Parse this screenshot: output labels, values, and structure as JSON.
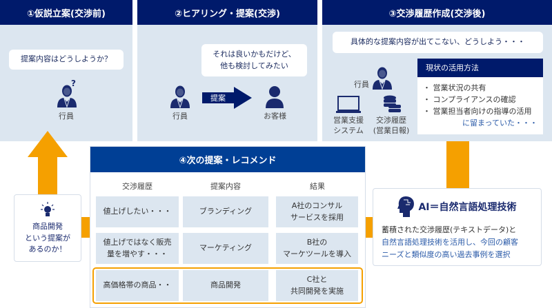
{
  "panel1": {
    "title": "①仮説立案(交渉前)",
    "bubble": "提案内容はどうしようか？",
    "person": "行員"
  },
  "panel2": {
    "title": "②ヒアリング・提案(交渉)",
    "bubble_line1": "それは良いかもだけど、",
    "bubble_line2": "他も検討してみたい",
    "person_left": "行員",
    "arrow": "提案",
    "person_right": "お客様"
  },
  "panel3": {
    "title": "③交渉履歴作成(交渉後)",
    "bubble": "具体的な提案内容が出てこない、どうしよう・・・",
    "person": "行員",
    "sys1_line1": "営業支援",
    "sys1_line2": "システム",
    "sys2_line1": "交渉履歴",
    "sys2_line2": "(営業日報)",
    "box_title": "現状の活用方法",
    "items": [
      "営業状況の共有",
      "コンプライアンスの確認",
      "営業担当者向けの指導の活用"
    ],
    "note": "に留まっていた・・・"
  },
  "panel4": {
    "title": "④次の提案・レコメンド",
    "headers": [
      "交渉履歴",
      "提案内容",
      "結果"
    ],
    "rows": [
      [
        "値上げしたい・・・",
        "ブランディング",
        "A社のコンサル\nサービスを採用"
      ],
      [
        "値上げではなく販売\n量を増やす・・・",
        "マーケティング",
        "B社の\nマーケツールを導入"
      ],
      [
        "高価格帯の商品・・",
        "商品開発",
        "C社と\n共同開発を実施"
      ]
    ]
  },
  "idea": {
    "line1": "商品開発",
    "line2": "という提案が",
    "line3": "あるのか！"
  },
  "ai": {
    "title": "AI＝自然言語処理技術",
    "line1": "蓄積された交渉履歴(テキストデータ)と",
    "line2": "自然言語処理技術を活用し、今回の顧客",
    "line3": "ニーズと類似度の高い過去事例を選択"
  },
  "colors": {
    "header": "#001a6b",
    "panel4_header": "#003f95",
    "panel_bg": "#dce6f0",
    "accent": "#f5a000",
    "link": "#2a5aa8"
  }
}
